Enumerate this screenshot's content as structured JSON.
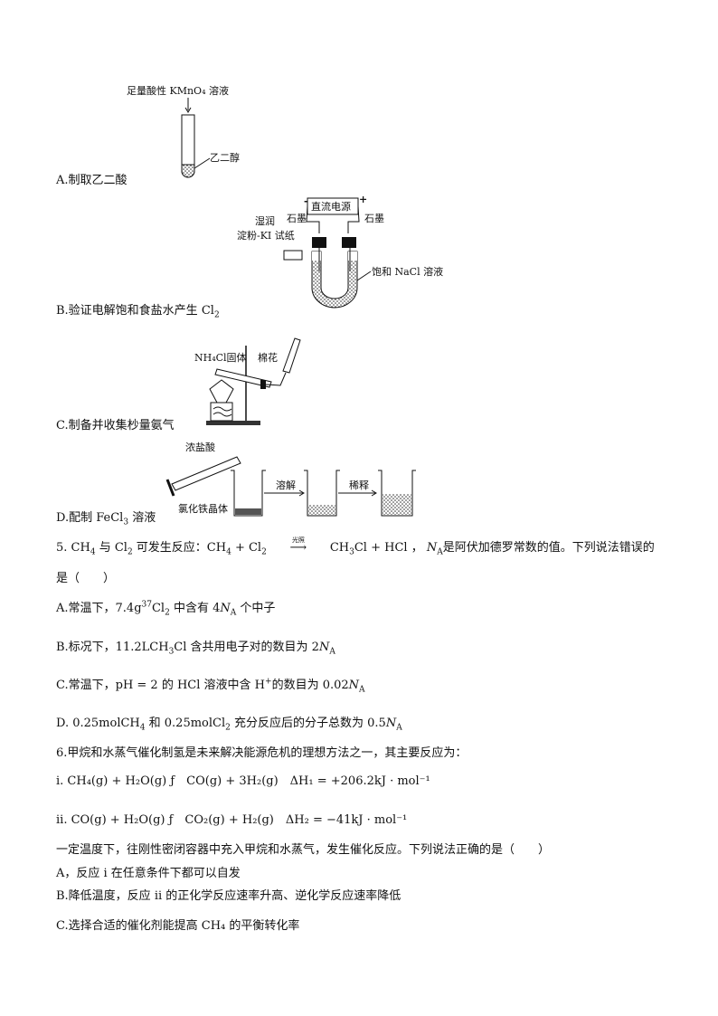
{
  "diagrams": {
    "a": {
      "reagent_label": "足量酸性 KMnO₄ 溶液",
      "liquid_label": "乙二醇"
    },
    "b": {
      "power_label": "直流电源",
      "minus": "-",
      "plus": "+",
      "electrode_left": "石墨",
      "electrode_right": "石墨",
      "paper_label_1": "湿润",
      "paper_label_2": "淀粉-KI 试纸",
      "solution_label": "饱和 NaCl 溶液"
    },
    "c": {
      "solid_label": "NH₄Cl固体",
      "cotton_label": "棉花"
    },
    "d": {
      "acid_label": "浓盐酸",
      "crystal_label": "氯化铁晶体",
      "step1": "溶解",
      "step2": "稀释"
    }
  },
  "options_q4": {
    "a": "A.制取乙二酸",
    "b": "B.验证电解饱和食盐水产生 Cl",
    "b_sub": "2",
    "c": "C.制备并收集杪量氨气",
    "d": "D.配制 FeCl",
    "d_sub": "3",
    "d_tail": " 溶液"
  },
  "q5": {
    "stem_1": "5. CH",
    "stem_2": " 与 Cl",
    "stem_3": " 可发生反应：CH",
    "stem_4": " + Cl",
    "arrow_cond": "光照",
    "stem_5": "CH",
    "stem_6": "Cl + HCl ，",
    "stem_7": "N",
    "stem_8": "是阿伏加德罗常数的值。下列说法错误的",
    "stem_line2": "是（　　）",
    "a": "A.常温下，7.4g",
    "a_sup": "37",
    "a_2": "Cl",
    "a_3": " 中含有 4",
    "a_4": " 个中子",
    "b": "B.标况下，11.2LCH",
    "b_2": "Cl 含共用电子对的数目为 2",
    "c": "C.常温下，pH = 2 的 HCl 溶液中含 H",
    "c_sup": "+",
    "c_2": "的数目为 0.02",
    "d": "D. 0.25molCH",
    "d_2": " 和 0.25molCl",
    "d_3": " 充分反应后的分子总数为 0.5",
    "sub2": "2",
    "sub3": "3",
    "sub4": "4",
    "subA": "A",
    "N": "N"
  },
  "q6": {
    "stem": "6.甲烷和水蒸气催化制氢是未来解决能源危机的理想方法之一，其主要反应为：",
    "eq1": "i. CH₄(g) + H₂O(g) ƒ　CO(g) + 3H₂(g)　ΔH₁ = +206.2kJ · mol⁻¹",
    "eq2": "ii. CO(g) + H₂O(g) ƒ　CO₂(g) + H₂(g)　ΔH₂ = −41kJ · mol⁻¹",
    "question": "一定温度下，往刚性密闭容器中充入甲烷和水蒸气，发生催化反应。下列说法正确的是（　　）",
    "a": "A，反应 i 在任意条件下都可以自发",
    "b": "B.降低温度，反应 ii 的正化学反应速率升高、逆化学反应速率降低",
    "c": "C.选择合适的催化剂能提高 CH₄ 的平衡转化率"
  }
}
